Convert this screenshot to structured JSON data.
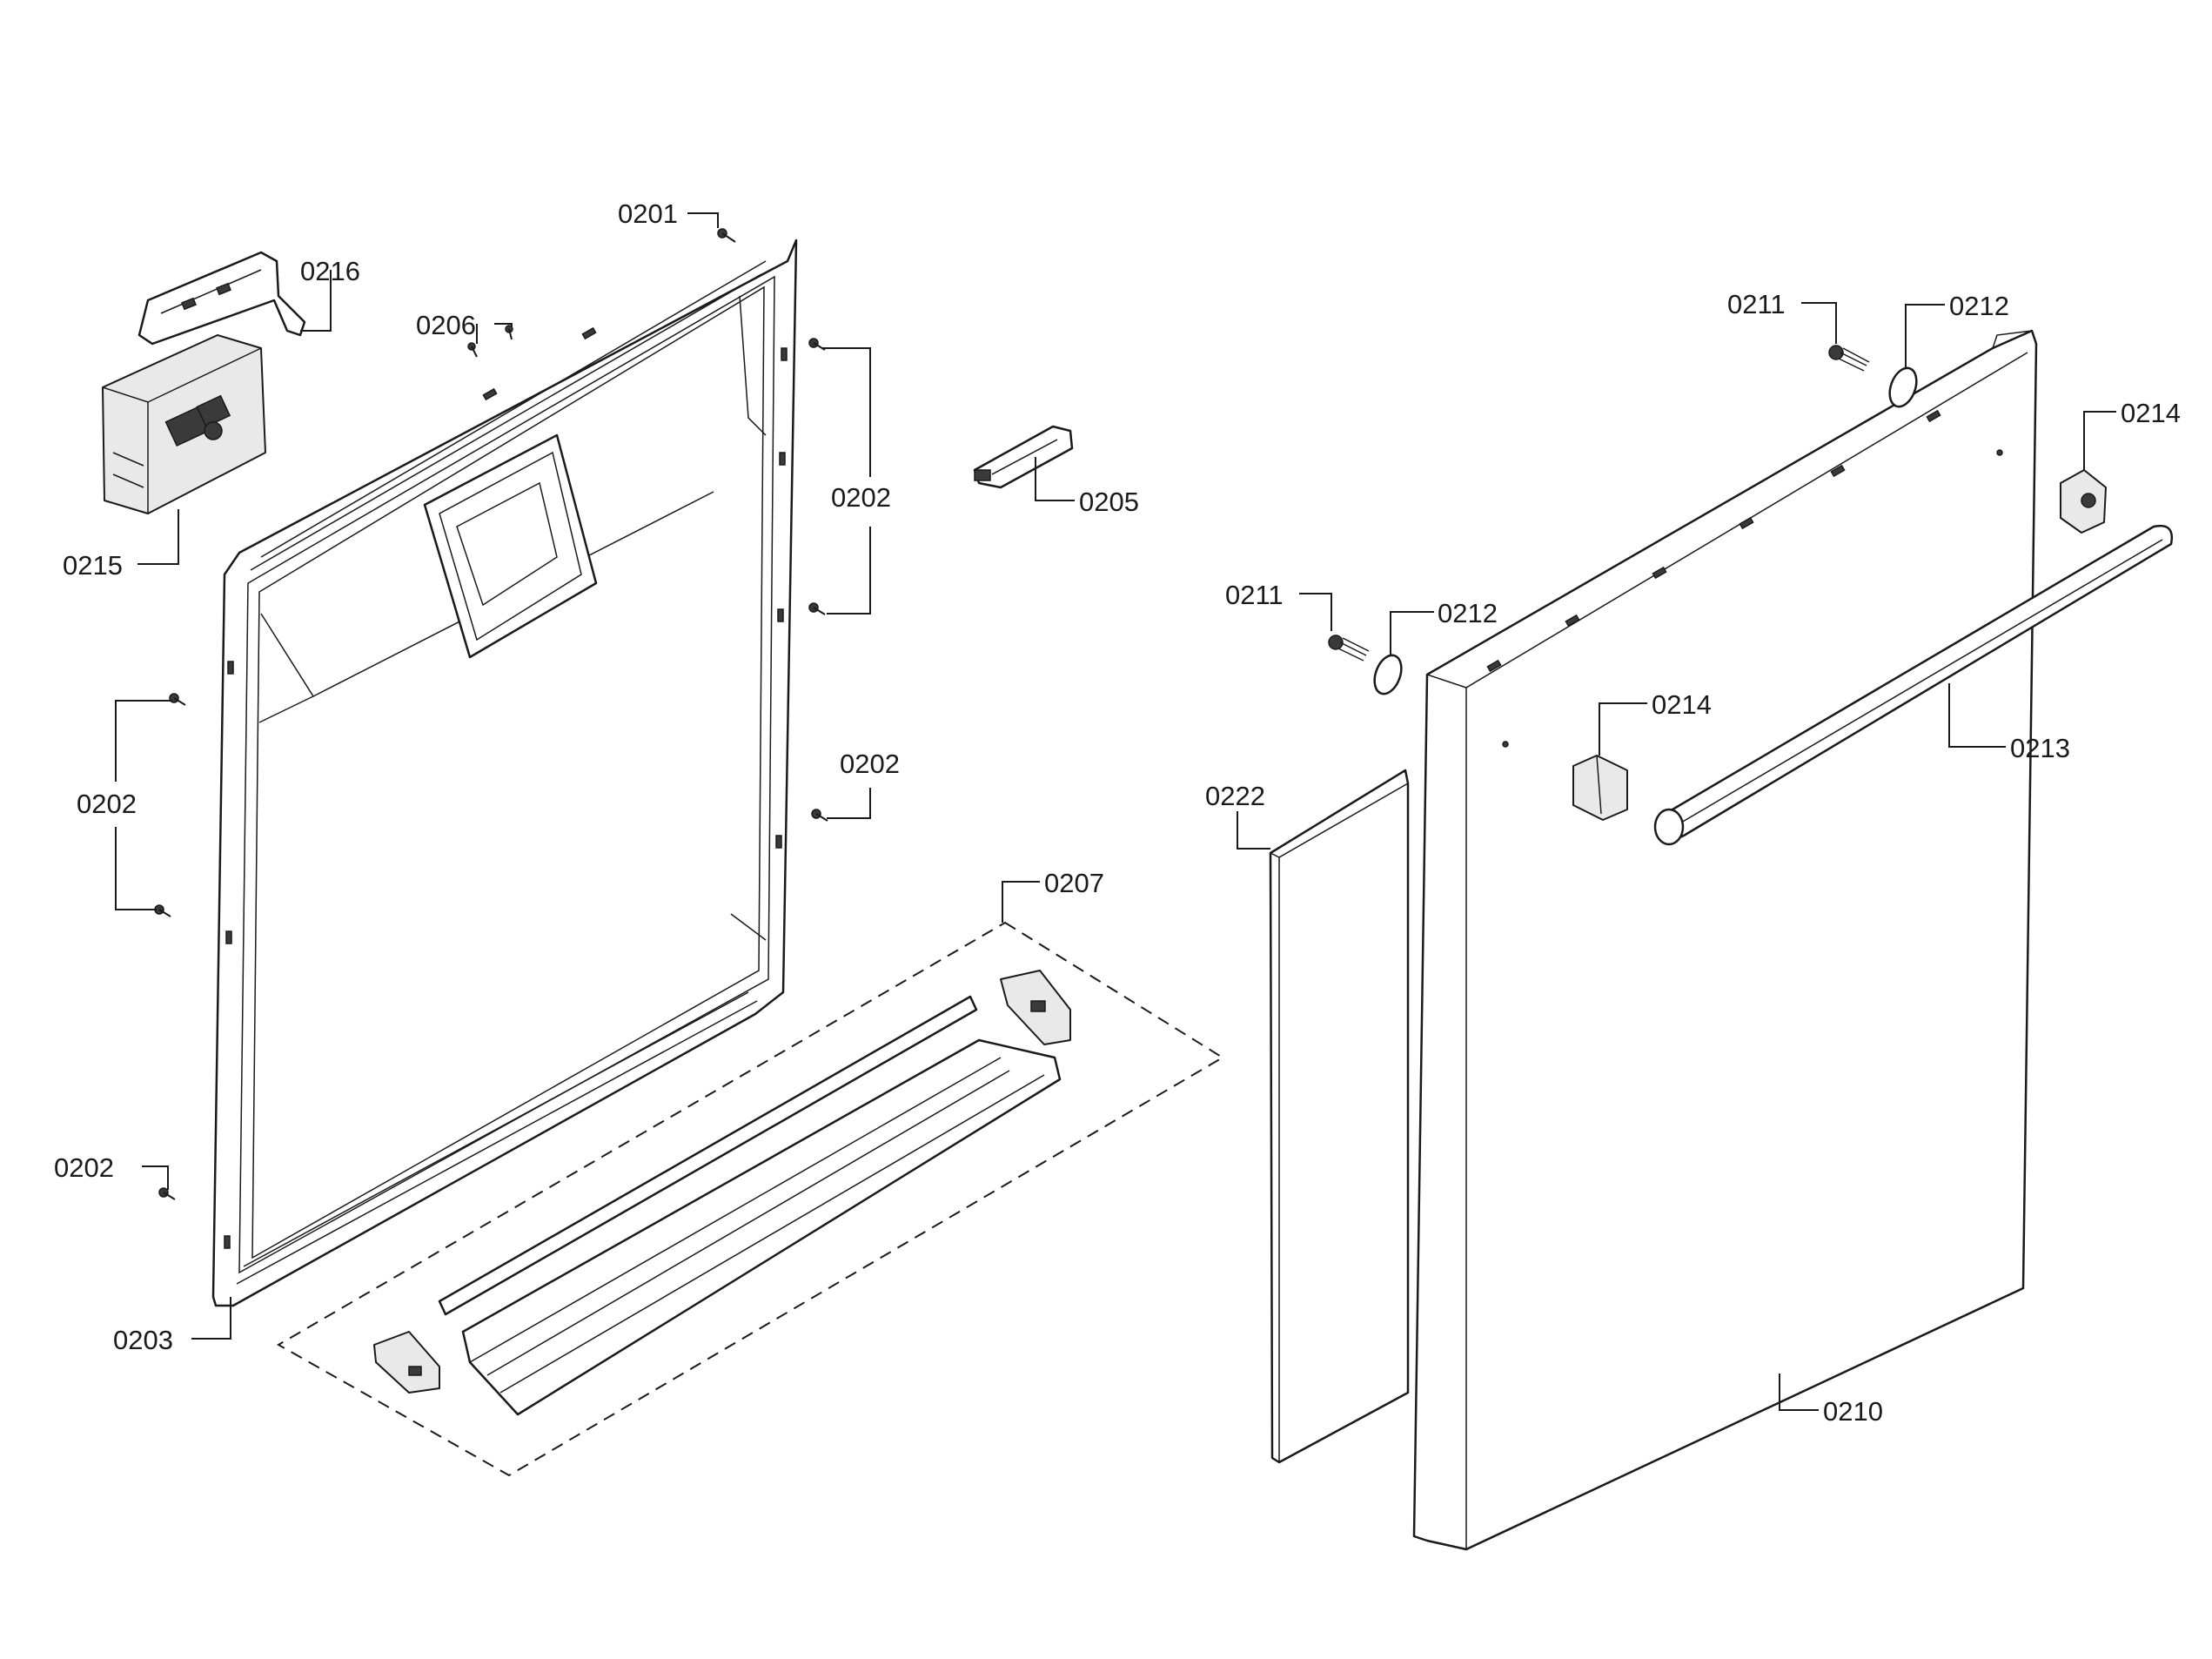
{
  "labels": {
    "p0201": "0201",
    "p0216": "0216",
    "p0206": "0206",
    "p0215": "0215",
    "p0202_top": "0202",
    "p0205": "0205",
    "p0202_left": "0202",
    "p0202_mid": "0202",
    "p0207": "0207",
    "p0202_bottom": "0202",
    "p0203": "0203",
    "p0211_top": "0211",
    "p0212_top": "0212",
    "p0214_top": "0214",
    "p0211_mid": "0211",
    "p0212_mid": "0212",
    "p0214_mid": "0214",
    "p0213": "0213",
    "p0222": "0222",
    "p0210": "0210"
  },
  "icons": {
    "screw": "screw-icon",
    "washer": "washer-icon",
    "cap": "end-cap-icon"
  }
}
